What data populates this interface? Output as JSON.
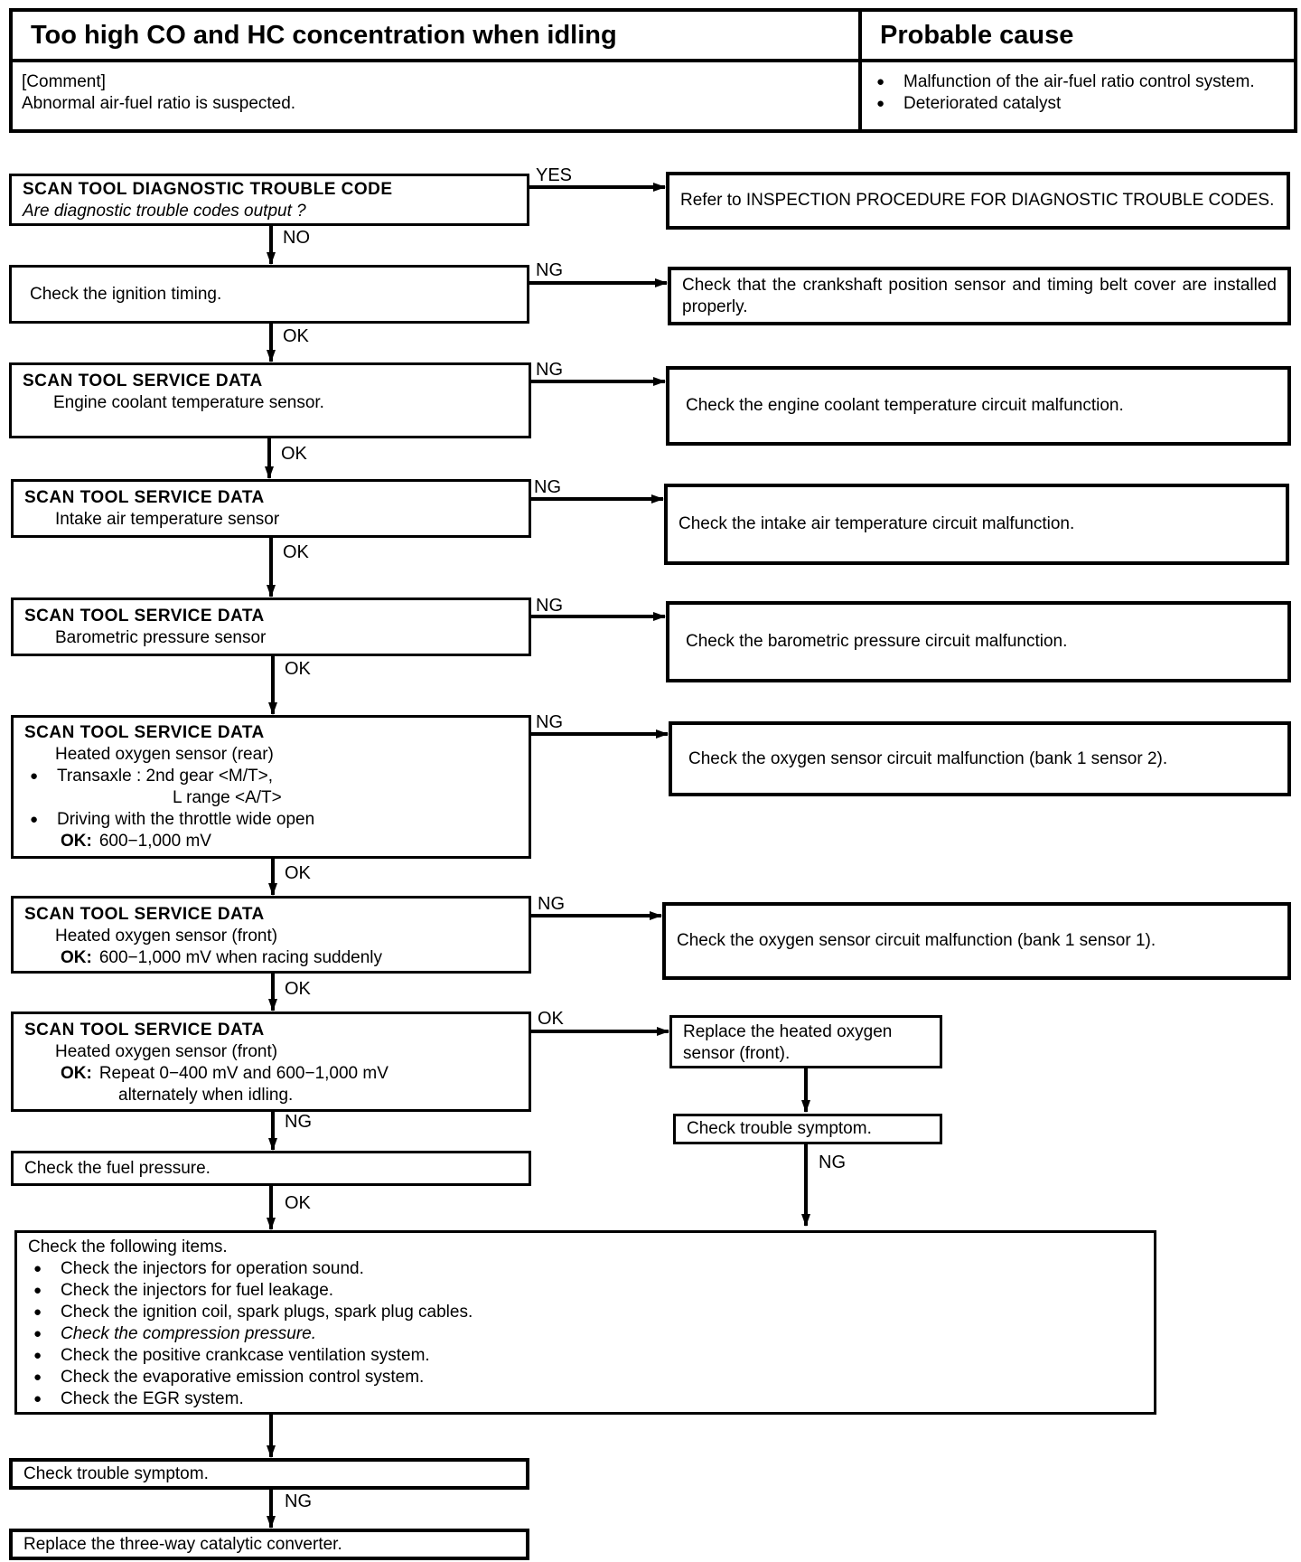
{
  "header": {
    "title": "Too high CO and HC concentration when idling",
    "cause_title": "Probable cause",
    "comment_label": "[Comment]",
    "comment_text": "Abnormal air-fuel ratio is suspected.",
    "causes": [
      "Malfunction of the air-fuel ratio control system.",
      "Deteriorated catalyst"
    ]
  },
  "flow": {
    "s1": {
      "head": "SCAN TOOL DIAGNOSTIC TROUBLE CODE",
      "text": "Are diagnostic trouble codes output ?"
    },
    "r1": "Refer to INSPECTION PROCEDURE FOR DIAGNOSTIC TROUBLE CODES.",
    "s2": "Check the ignition timing.",
    "r2": "Check that the crankshaft position sensor and timing belt cover are installed properly.",
    "s3": {
      "head": "SCAN TOOL SERVICE DATA",
      "text": "Engine coolant temperature sensor."
    },
    "r3": "Check the engine coolant temperature circuit malfunction.",
    "s4": {
      "head": "SCAN TOOL SERVICE DATA",
      "text": "Intake air temperature sensor"
    },
    "r4": "Check the intake air temperature circuit malfunction.",
    "s5": {
      "head": "SCAN TOOL SERVICE DATA",
      "text": "Barometric pressure sensor"
    },
    "r5": "Check the barometric pressure circuit malfunction.",
    "s6": {
      "head": "SCAN TOOL SERVICE DATA",
      "text": "Heated oxygen sensor (rear)",
      "bullet1": "Transaxle : 2nd gear <M/T>,",
      "bullet1b": "L range <A/T>",
      "bullet2": "Driving with the throttle wide open",
      "ok_label": "OK:",
      "ok_value": "600−1,000 mV"
    },
    "r6": "Check the oxygen sensor circuit malfunction (bank 1 sensor 2).",
    "s7": {
      "head": "SCAN TOOL SERVICE DATA",
      "text": "Heated oxygen sensor (front)",
      "ok_label": "OK:",
      "ok_value": "600−1,000 mV when racing suddenly"
    },
    "r7": "Check the oxygen sensor circuit malfunction (bank 1 sensor 1).",
    "s8": {
      "head": "SCAN TOOL SERVICE DATA",
      "text": "Heated oxygen sensor (front)",
      "ok_label": "OK:",
      "ok_value": "Repeat 0−400 mV and 600−1,000 mV",
      "ok_value2": "alternately when idling."
    },
    "r8": "Replace the heated oxygen sensor (front).",
    "r8b": "Check trouble symptom.",
    "s9": "Check the fuel pressure.",
    "s10": {
      "intro": "Check the following items.",
      "items": [
        "Check the injectors for operation sound.",
        "Check the injectors for fuel leakage.",
        "Check the ignition coil, spark plugs, spark plug cables.",
        "Check the compression pressure.",
        "Check the positive crankcase ventilation system.",
        "Check the evaporative emission control system.",
        "Check the EGR system."
      ]
    },
    "s11": "Check trouble symptom.",
    "s12": "Replace the three-way catalytic converter.",
    "labels": {
      "yes": "YES",
      "no": "NO",
      "ng": "NG",
      "ok": "OK"
    }
  }
}
